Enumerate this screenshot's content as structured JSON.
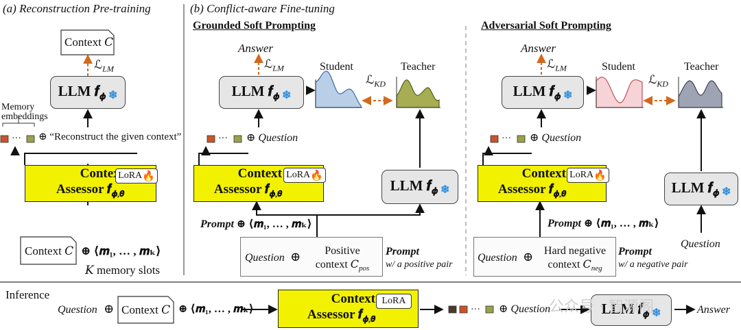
{
  "panel_a": {
    "title": "(a) Reconstruction Pre-training",
    "context_box": "Context 𝐶",
    "loss": "ℒ",
    "loss_sub": "LM",
    "llm": "LLM 𝒇",
    "llm_sub": "𝝓",
    "memory_label_1": "Memory",
    "memory_label_2": "embeddings",
    "oplus_text": "⊕ “Reconstruct the given context”",
    "assessor_line1": "Context",
    "assessor_line2": "Assessor 𝒇",
    "assessor_sub": "𝝓,𝜽",
    "lora": "LoRA",
    "input_context": "Context 𝐶",
    "input_slots": "⊕ ⟨𝒎₁, … , 𝒎ₖ⟩",
    "slots_label": "𝐾 memory slots"
  },
  "panel_b": {
    "title": "(b) Conflict-aware Fine-tuning",
    "grounded": {
      "heading": "Grounded Soft Prompting",
      "answer": "Answer",
      "loss": "ℒ",
      "loss_sub": "LM",
      "llm": "LLM 𝒇",
      "llm_sub": "𝝓",
      "student": "Student",
      "teacher": "Teacher",
      "kd": "ℒ",
      "kd_sub": "KD",
      "question_line": "⊕ Question",
      "assessor_line1": "Context",
      "assessor_line2": "Assessor 𝒇",
      "assessor_sub": "𝝓,𝜽",
      "lora": "LoRA",
      "teacher_llm": "LLM 𝒇",
      "teacher_llm_sub": "𝝓",
      "prompt_line": "Prompt",
      "prompt_slots": "⊕ ⟨𝒎₁, … , 𝒎ₖ⟩",
      "question": "Question",
      "oplus": "⊕",
      "ctx_line1": "Positive",
      "ctx_line2": "context 𝐶",
      "ctx_sub": "pos",
      "prompt_label": "Prompt",
      "prompt_desc": "w/ a positive pair"
    },
    "adversarial": {
      "heading": "Adversarial Soft Prompting",
      "answer": "Answer",
      "loss": "ℒ",
      "loss_sub": "LM",
      "llm": "LLM 𝒇",
      "llm_sub": "𝝓",
      "student": "Student",
      "teacher": "Teacher",
      "kd": "ℒ",
      "kd_sub": "KD",
      "question_line": "⊕ Question",
      "assessor_line1": "Context",
      "assessor_line2": "Assessor 𝒇",
      "assessor_sub": "𝝓,𝜽",
      "lora": "LoRA",
      "teacher_llm": "LLM 𝒇",
      "teacher_llm_sub": "𝝓",
      "prompt_line": "Prompt",
      "prompt_slots": "⊕ ⟨𝒎₁, … , 𝒎ₖ⟩",
      "question_input": "Question",
      "question": "Question",
      "oplus": "⊕",
      "ctx_line1": "Hard negative",
      "ctx_line2": "context 𝐶",
      "ctx_sub": "neg",
      "prompt_label": "Prompt",
      "prompt_desc": "w/ a negative pair"
    }
  },
  "inference": {
    "label": "Inference",
    "question": "Question",
    "oplus1": "⊕",
    "context_box": "Context 𝐶",
    "slots": "⊕ ⟨𝒎₁, … , 𝒎ₖ⟩",
    "assessor_line1": "Context",
    "assessor_line2": "Assessor 𝒇",
    "assessor_sub": "𝝓,𝜽",
    "lora": "LoRA",
    "question_line": "⊕ Question",
    "llm": "LLM 𝒇",
    "llm_sub": "𝝓",
    "answer": "Answer"
  },
  "watermark": "公众号 · 智源阁",
  "colors": {
    "assessor_fill": "#f2f200",
    "llm_fill": "#e6e6e6",
    "loss_arrow": "#d2691e",
    "student_pos": "#b9cfe8",
    "student_neg": "#f5d3d6",
    "teacher_fill": "#a6ad52",
    "teacher_neg_fill": "#9ea4b3",
    "positive_ctx": "#cde3b8",
    "negative_ctx": "#fde7e2",
    "token_orange": "#c8552a",
    "token_olive": "#9aa14c",
    "token_dark": "#4a3b2b"
  }
}
